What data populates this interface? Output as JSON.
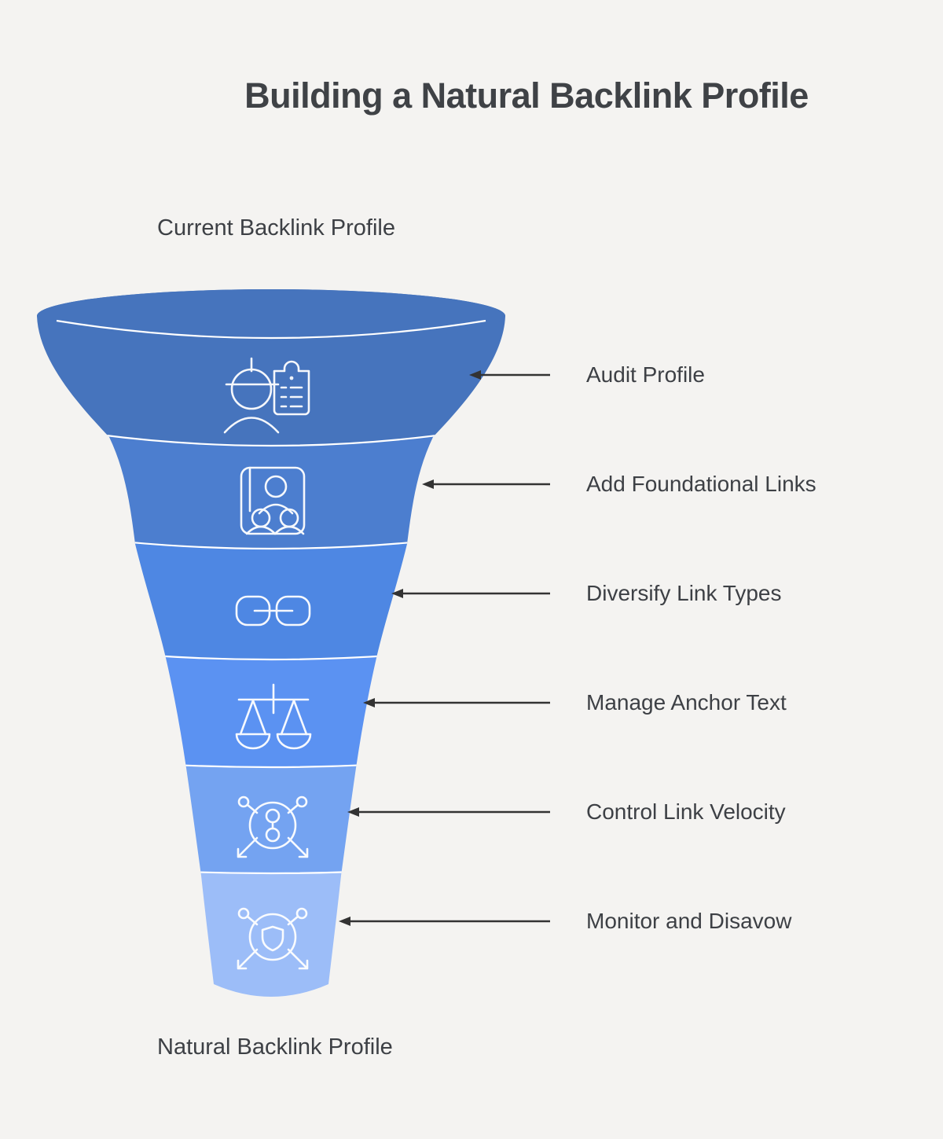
{
  "title": "Building a Natural Backlink Profile",
  "funnel": {
    "top_label": "Current Backlink Profile",
    "bottom_label": "Natural Backlink Profile",
    "stages": [
      {
        "label": "Audit Profile",
        "icon": "auditor-clipboard-icon",
        "color": "#4674bd"
      },
      {
        "label": "Add Foundational Links",
        "icon": "team-frame-icon",
        "color": "#4c7ecf"
      },
      {
        "label": "Diversify Link Types",
        "icon": "chain-link-icon",
        "color": "#4e87e3"
      },
      {
        "label": "Manage Anchor Text",
        "icon": "balance-scales-icon",
        "color": "#5b92f2"
      },
      {
        "label": "Control Link Velocity",
        "icon": "network-nodes-icon",
        "color": "#74a3f1"
      },
      {
        "label": "Monitor and Disavow",
        "icon": "shield-network-icon",
        "color": "#9cbdf8"
      }
    ]
  },
  "colors": {
    "background": "#f4f3f1",
    "text": "#3d4045",
    "arrow": "#333333",
    "divider": "#ffffff",
    "icon_stroke": "#ffffff"
  }
}
